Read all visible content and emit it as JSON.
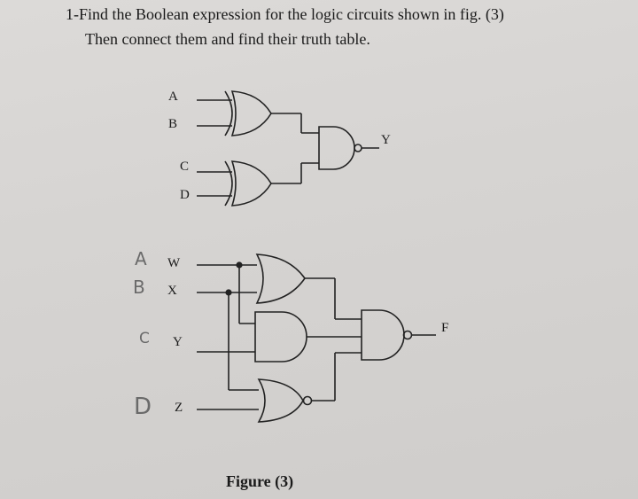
{
  "question": {
    "line1": "1-Find the Boolean expression for the logic circuits shown in fig. (3)",
    "line2": "Then connect them and find their truth table."
  },
  "circuit_top": {
    "inputs": [
      "A",
      "B",
      "C",
      "D"
    ],
    "output": "Y"
  },
  "circuit_bottom": {
    "inputs": [
      "W",
      "X",
      "Y",
      "Z"
    ],
    "handwritten_marks": [
      "A",
      "B",
      "C",
      "D"
    ],
    "output": "F"
  },
  "caption": "Figure (3)"
}
